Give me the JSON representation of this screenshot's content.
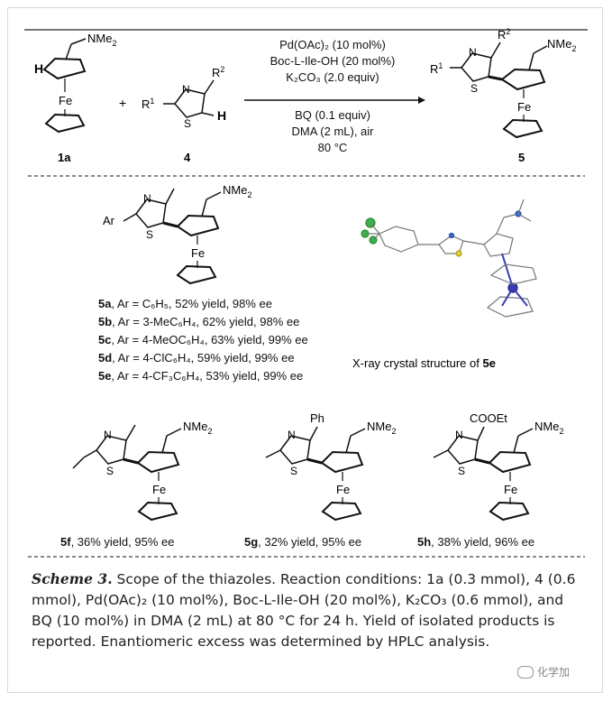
{
  "reaction": {
    "reactant1": {
      "label": "1a",
      "nme2": "NMe",
      "sub2": "2",
      "h": "H",
      "fe": "Fe"
    },
    "plus": "+",
    "reactant2": {
      "label": "4",
      "r1": "R",
      "r1sup": "1",
      "r2": "R",
      "r2sup": "2",
      "n": "N",
      "s": "S",
      "h": "H"
    },
    "conditions_above": [
      "Pd(OAc)₂ (10 mol%)",
      "Boc-L-Ile-OH (20 mol%)",
      "K₂CO₃ (2.0 equiv)"
    ],
    "conditions_below": [
      "BQ (0.1 equiv)",
      "DMA (2 mL), air",
      "80 °C"
    ],
    "product": {
      "label": "5",
      "r1": "R",
      "r1sup": "1",
      "r2": "R",
      "r2sup": "2",
      "n": "N",
      "s": "S",
      "nme2": "NMe",
      "sub2": "2",
      "fe": "Fe"
    }
  },
  "general": {
    "ar": "Ar",
    "n": "N",
    "s": "S",
    "nme2": "NMe",
    "sub2": "2",
    "fe": "Fe"
  },
  "entries": [
    {
      "id": "5a",
      "text": ", Ar = C₆H₅, 52% yield, 98% ee"
    },
    {
      "id": "5b",
      "text": ", Ar = 3-MeC₆H₄, 62% yield, 98% ee"
    },
    {
      "id": "5c",
      "text": ", Ar = 4-MeOC₆H₄, 63% yield, 99% ee"
    },
    {
      "id": "5d",
      "text": ", Ar = 4-ClC₆H₄, 59% yield, 99% ee"
    },
    {
      "id": "5e",
      "text": ", Ar = 4-CF₃C₆H₄, 53% yield, 99% ee"
    }
  ],
  "xray": {
    "caption_prefix": "X-ray crystal structure of ",
    "caption_bold": "5e"
  },
  "products": [
    {
      "id": "5f",
      "text": ", 36% yield, 95% ee",
      "sub4": "",
      "n": "N",
      "s": "S",
      "nme2": "NMe",
      "sub2": "2",
      "fe": "Fe"
    },
    {
      "id": "5g",
      "text": ", 32% yield, 95% ee",
      "sub4": "Ph",
      "n": "N",
      "s": "S",
      "nme2": "NMe",
      "sub2": "2",
      "fe": "Fe"
    },
    {
      "id": "5h",
      "text": ", 38% yield, 96% ee",
      "sub4": "COOEt",
      "n": "N",
      "s": "S",
      "nme2": "NMe",
      "sub2": "2",
      "fe": "Fe"
    }
  ],
  "caption": {
    "title": "Scheme 3.",
    "body": " Scope of the thiazoles. Reaction conditions: 1a (0.3 mmol), 4 (0.6 mmol), Pd(OAc)₂ (10 mol%), Boc-L-Ile-OH (20 mol%), K₂CO₃ (0.6 mmol), and BQ (10 mol%) in DMA (2 mL) at 80 °C for 24 h. Yield of isolated products is reported. Enantiomeric excess was determined by HPLC analysis."
  },
  "watermark": "化学加"
}
